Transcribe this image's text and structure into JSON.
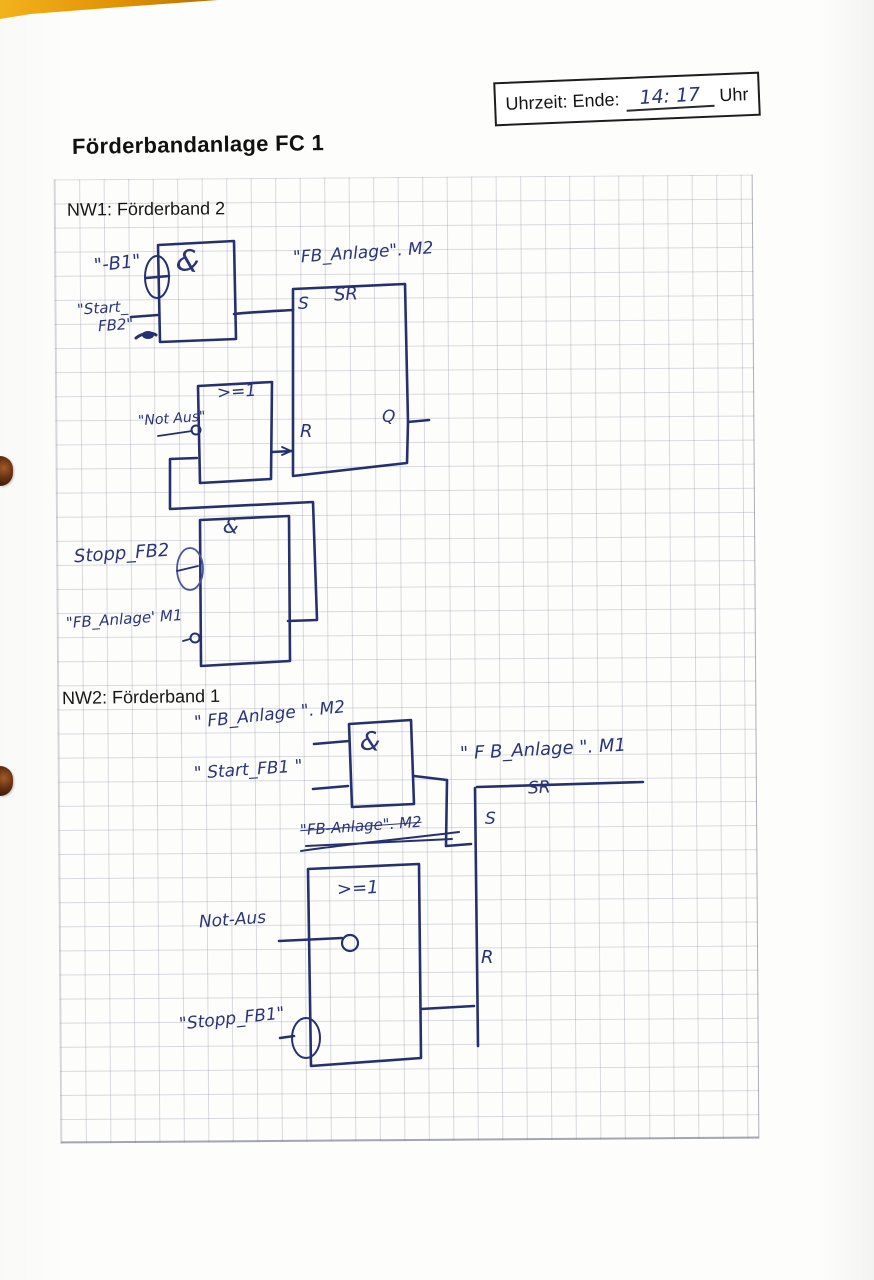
{
  "header": {
    "time_prefix": "Uhrzeit: Ende:",
    "time_value": "14: 17",
    "time_suffix": "Uhr",
    "title": "Förderbandanlage FC 1"
  },
  "nw1": {
    "heading": "NW1: Förderband 2",
    "and1_symbol": "&",
    "and1_input1": "\"-B1\"",
    "and1_input2_line1": "\"Start_",
    "and1_input2_line2": "FB2\"",
    "sr_above_label": "\"FB_Anlage\". M2",
    "sr_type": "SR",
    "sr_pin_s": "S",
    "sr_pin_r": "R",
    "sr_pin_q": "Q",
    "or_symbol": ">=1",
    "or_input": "\"Not Aus\"",
    "and2_symbol": "&",
    "and2_input1": "Stopp_FB2",
    "and2_input2": "\"FB_Anlage' M1"
  },
  "nw2": {
    "heading": "NW2: Förderband 1",
    "and_symbol": "&",
    "and_input1": "\" FB_Anlage \". M2",
    "and_input2": "\" Start_FB1 \"",
    "sr_above_label": "\" F B_Anlage \". M1",
    "sr_type": "SR",
    "sr_pin_s": "S",
    "sr_pin_r": "R",
    "sr_crossed_input": "\"FB-Anlage\". M2",
    "or_symbol": ">=1",
    "or_input1": "Not-Aus",
    "or_input2": "\"Stopp_FB1\""
  }
}
